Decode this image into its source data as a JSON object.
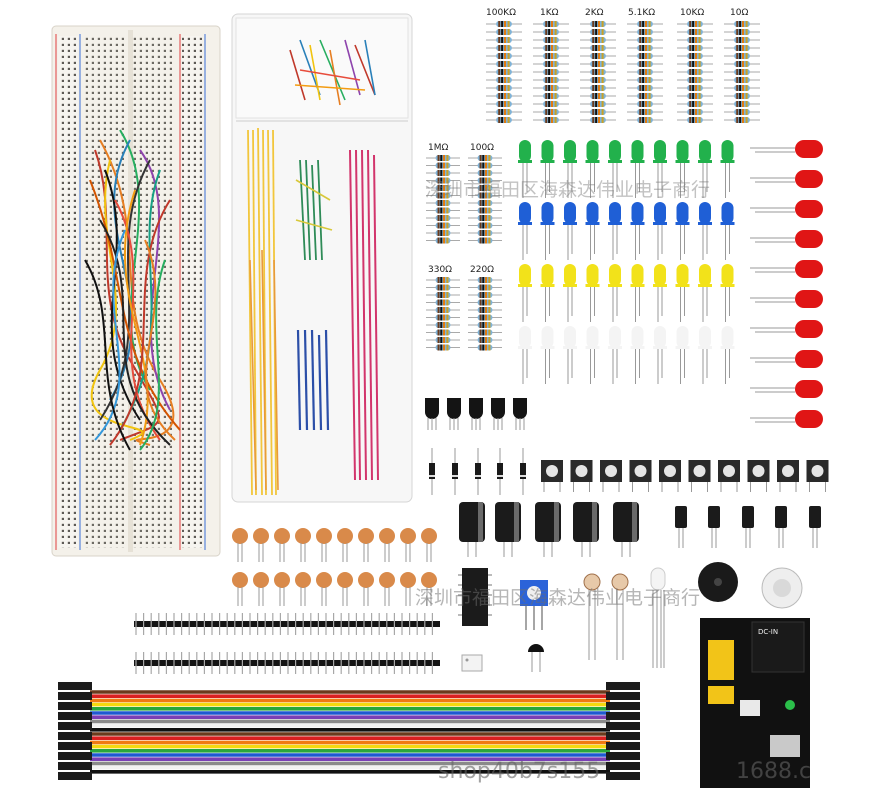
{
  "resistor_labels_top": [
    "100KΩ",
    "1KΩ",
    "2KΩ",
    "5.1KΩ",
    "10KΩ",
    "10Ω"
  ],
  "resistor_labels_mid": [
    "1MΩ",
    "100Ω"
  ],
  "resistor_labels_low": [
    "330Ω",
    "220Ω"
  ],
  "power_module_label": "DC-IN",
  "watermark_top": "深圳市福田区海森达伟业电子商行",
  "watermark_mid": "深圳市福田区海森达伟业电子商行",
  "watermark_bottom": "shop40b7s155",
  "watermark_bottom_tail": "1688.c",
  "colors": {
    "led_green": "#22b14c",
    "led_blue": "#1f5fd6",
    "led_yellow": "#f2e21a",
    "led_red": "#e01515",
    "resistor_body": "#7fb3d8",
    "breadboard": "#f4f1ea",
    "capacitor_ceramic": "#d98a4a",
    "electrolytic": "#1b1b1b",
    "ribbon": [
      "#6b3a1c",
      "#d92020",
      "#f07a12",
      "#f5d90f",
      "#2aa63c",
      "#1f59d1",
      "#7b3fb5",
      "#8a8a8a",
      "#f2f2f2",
      "#111111"
    ]
  },
  "components": [
    "breadboard",
    "jumper-wire-box",
    "resistor-set",
    "led-set",
    "push-buttons",
    "ceramic-capacitors",
    "electrolytic-capacitors",
    "pin-headers",
    "dupont-ribbon",
    "power-supply-module",
    "buzzer",
    "potentiometer",
    "transistors",
    "diodes",
    "ic-chip",
    "photoresistors",
    "rgb-led"
  ]
}
